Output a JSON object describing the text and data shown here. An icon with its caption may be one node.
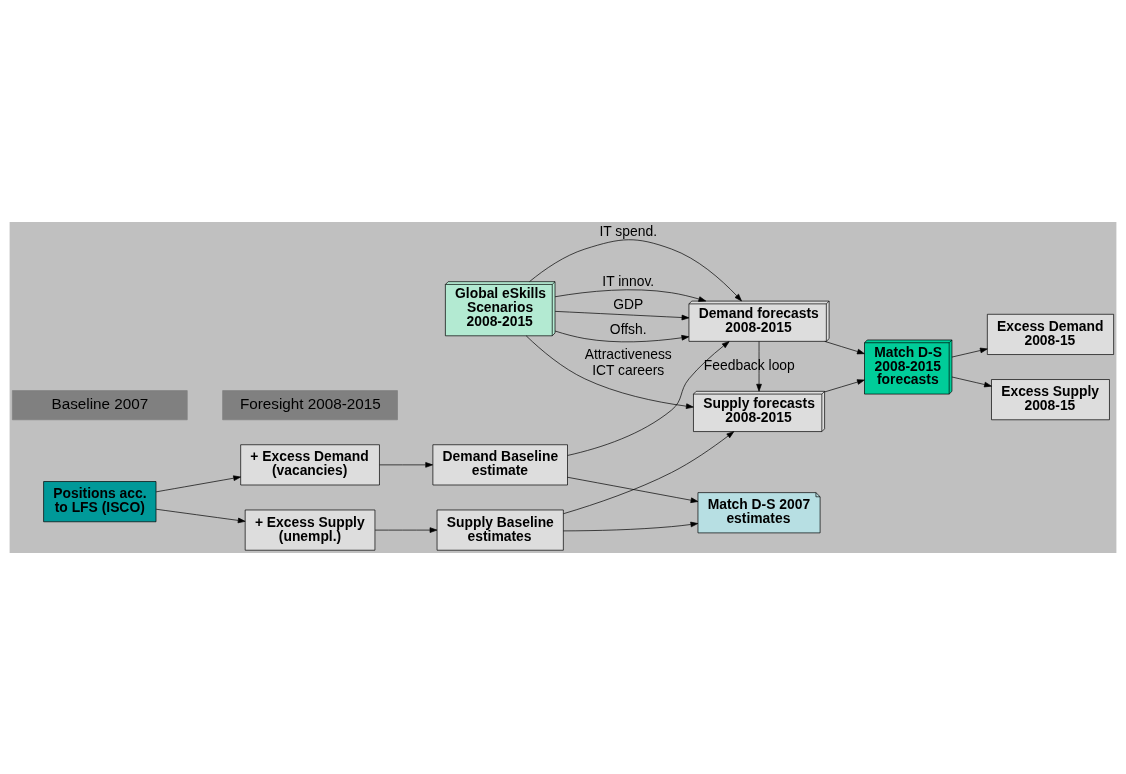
{
  "diagram": {
    "nodes": [
      {
        "text": [
          "Demand Baseline estimate"
        ]
      },
      {
        "text": [
          "+ Excess Demand (vacancies)"
        ]
      },
      {
        "text": [
          "Positions acc. to LFS (ISCO)"
        ]
      },
      {
        "text": [
          "Match D-S 2007 estimates"
        ]
      },
      {
        "text": [
          "+ Excess Supply (unempl.)"
        ]
      },
      {
        "text": [
          "Supply Baseline estimates"
        ]
      },
      {
        "text": [
          "Demand forecasts 2008-2015"
        ]
      },
      {
        "text": [
          "Global eSkills Scenarios 2008-2015"
        ]
      },
      {
        "text": [
          "Supply forecasts 2008-2015"
        ]
      },
      {
        "text": [
          "Match D-S 2008-2015 forecasts"
        ]
      },
      {
        "text": [
          "Excess Demand 2008-15"
        ]
      },
      {
        "text": [
          "Excess Supply 2008-15"
        ]
      },
      {
        "text": [
          "Baseline 2007"
        ]
      },
      {
        "text": [
          "Foresight 2008-2015"
        ]
      }
    ],
    "edges": [
      {
        "from": 2,
        "to": 1,
        "arrow": "to"
      },
      {
        "from": 1,
        "to": 0,
        "arrow": "to"
      },
      {
        "from": 2,
        "to": 4,
        "arrow": "to"
      },
      {
        "from": 4,
        "to": 5,
        "arrow": "to"
      },
      {
        "from": 0,
        "to": 3,
        "arrow": "to"
      },
      {
        "from": 5,
        "to": 3,
        "arrow": "to"
      },
      {
        "from": 0,
        "to": 6,
        "arrow": "to"
      },
      {
        "from": 5,
        "to": 8,
        "arrow": "to"
      },
      {
        "from": 7,
        "to": 6,
        "arrow": "to",
        "label": "GDP"
      },
      {
        "from": 7,
        "to": 6,
        "arrow": "to",
        "label": "Offsh."
      },
      {
        "from": 7,
        "to": 6,
        "arrow": "to",
        "label": "IT spend."
      },
      {
        "from": 7,
        "to": 6,
        "arrow": "to",
        "label": "IT innov."
      },
      {
        "from": 7,
        "to": 8,
        "arrow": "to",
        "label": "Attractiveness ICT careers"
      },
      {
        "from": 6,
        "to": 8,
        "arrow": "to",
        "label": "Feedback loop"
      },
      {
        "from": 6,
        "to": 9,
        "arrow": "to"
      },
      {
        "from": 8,
        "to": 9,
        "arrow": "to"
      },
      {
        "from": 9,
        "to": 10,
        "arrow": "to"
      },
      {
        "from": 9,
        "to": 11,
        "arrow": "to"
      }
    ]
  }
}
